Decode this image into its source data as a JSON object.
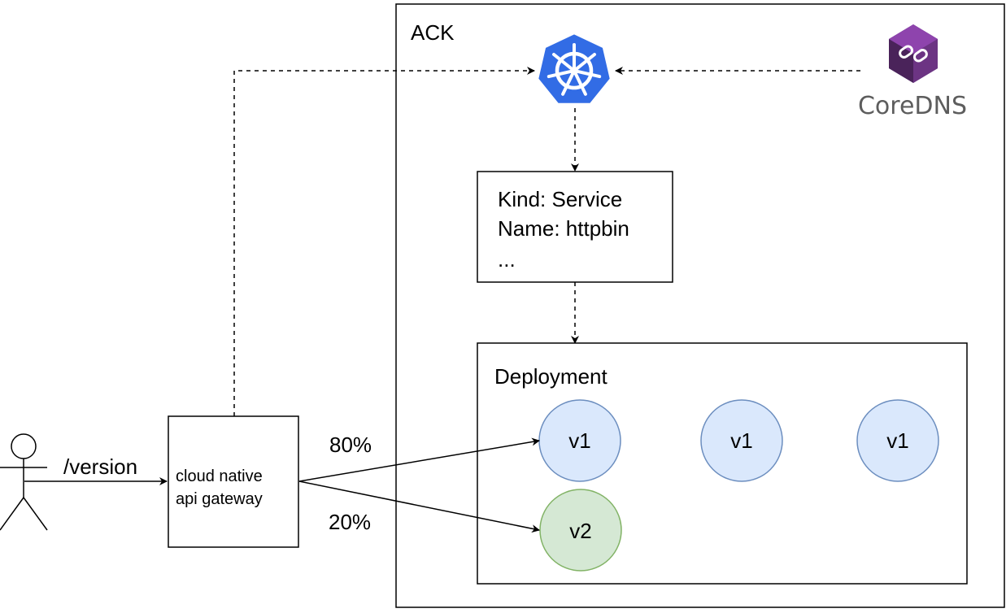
{
  "diagram": {
    "cluster": {
      "label": "ACK"
    },
    "request": {
      "path_label": "/version"
    },
    "gateway": {
      "lines": [
        "cloud native",
        "api gateway"
      ]
    },
    "service": {
      "lines": [
        "Kind: Service",
        "Name: httpbin",
        "..."
      ]
    },
    "deployment": {
      "label": "Deployment",
      "pods": [
        {
          "label": "v1",
          "version": "v1"
        },
        {
          "label": "v1",
          "version": "v1"
        },
        {
          "label": "v1",
          "version": "v1"
        },
        {
          "label": "v2",
          "version": "v2"
        }
      ]
    },
    "traffic": {
      "v1_percent": "80%",
      "v2_percent": "20%"
    },
    "logos": {
      "kubernetes": {
        "icon": "kubernetes-helm-icon",
        "color": "#326CE5"
      },
      "coredns": {
        "text": "CoreDNS",
        "icon": "coredns-chain-icon",
        "color": "#7F3F98"
      }
    },
    "colors": {
      "v1_fill": "#dae8fc",
      "v1_stroke": "#6c8ebf",
      "v2_fill": "#d5e8d4",
      "v2_stroke": "#82b366"
    }
  }
}
